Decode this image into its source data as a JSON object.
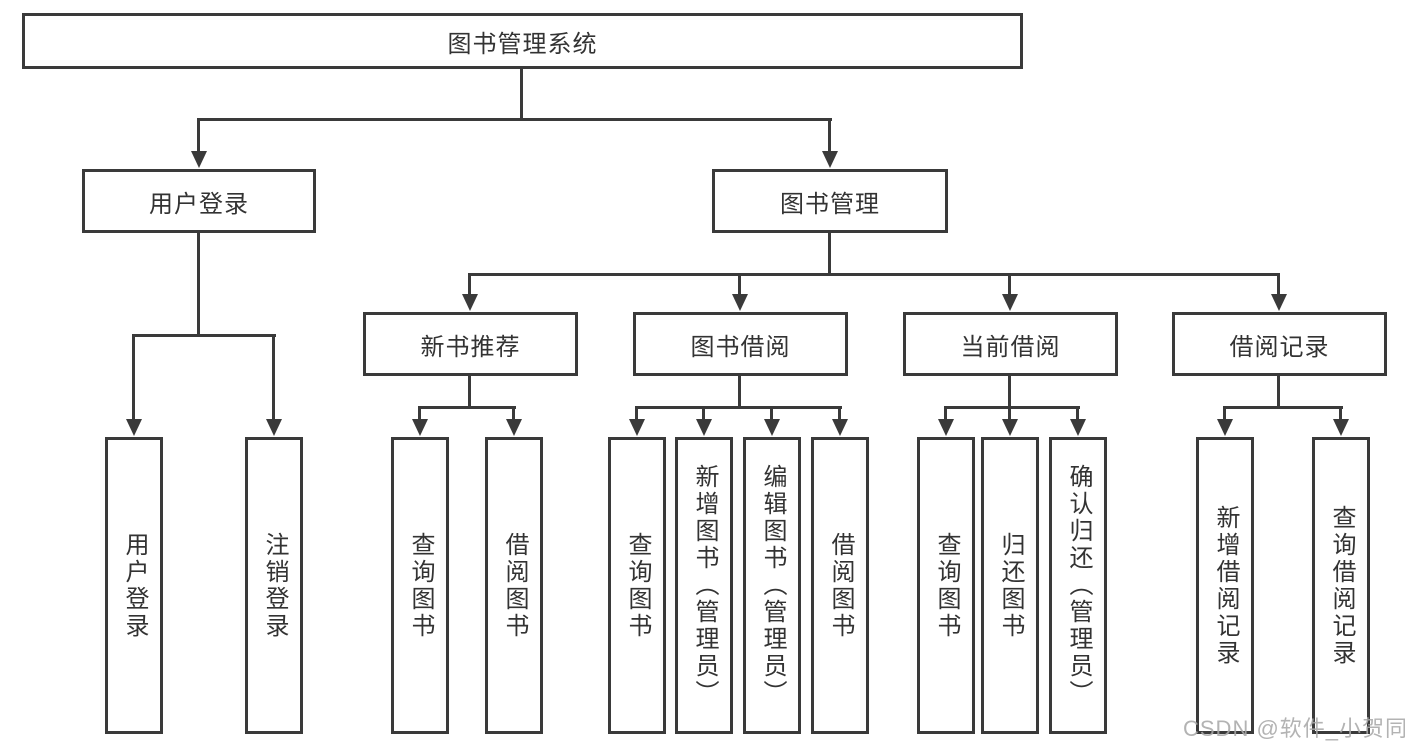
{
  "diagram": {
    "root_label": "图书管理系统",
    "level2": [
      {
        "label": "用户登录"
      },
      {
        "label": "图书管理"
      }
    ],
    "level3": [
      {
        "label": "新书推荐"
      },
      {
        "label": "图书借阅"
      },
      {
        "label": "当前借阅"
      },
      {
        "label": "借阅记录"
      }
    ],
    "leaves": {
      "under_user_login": [
        {
          "label": "用户登录"
        },
        {
          "label": "注销登录"
        }
      ],
      "under_new_book": [
        {
          "label": "查询图书"
        },
        {
          "label": "借阅图书"
        }
      ],
      "under_book_borrow": [
        {
          "label": "查询图书"
        },
        {
          "label": "新增图书（管理员）"
        },
        {
          "label": "编辑图书（管理员）"
        },
        {
          "label": "借阅图书"
        }
      ],
      "under_current_borrow": [
        {
          "label": "查询图书"
        },
        {
          "label": "归还图书"
        },
        {
          "label": "确认归还（管理员）"
        }
      ],
      "under_records": [
        {
          "label": "新增借阅记录"
        },
        {
          "label": "查询借阅记录"
        }
      ]
    }
  },
  "watermark": {
    "text": "CSDN @软件_小贺同学"
  },
  "colors": {
    "line": "#3a3a3a",
    "text": "#333333",
    "watermark_gray": "#a8a8a8",
    "background": "#ffffff"
  }
}
